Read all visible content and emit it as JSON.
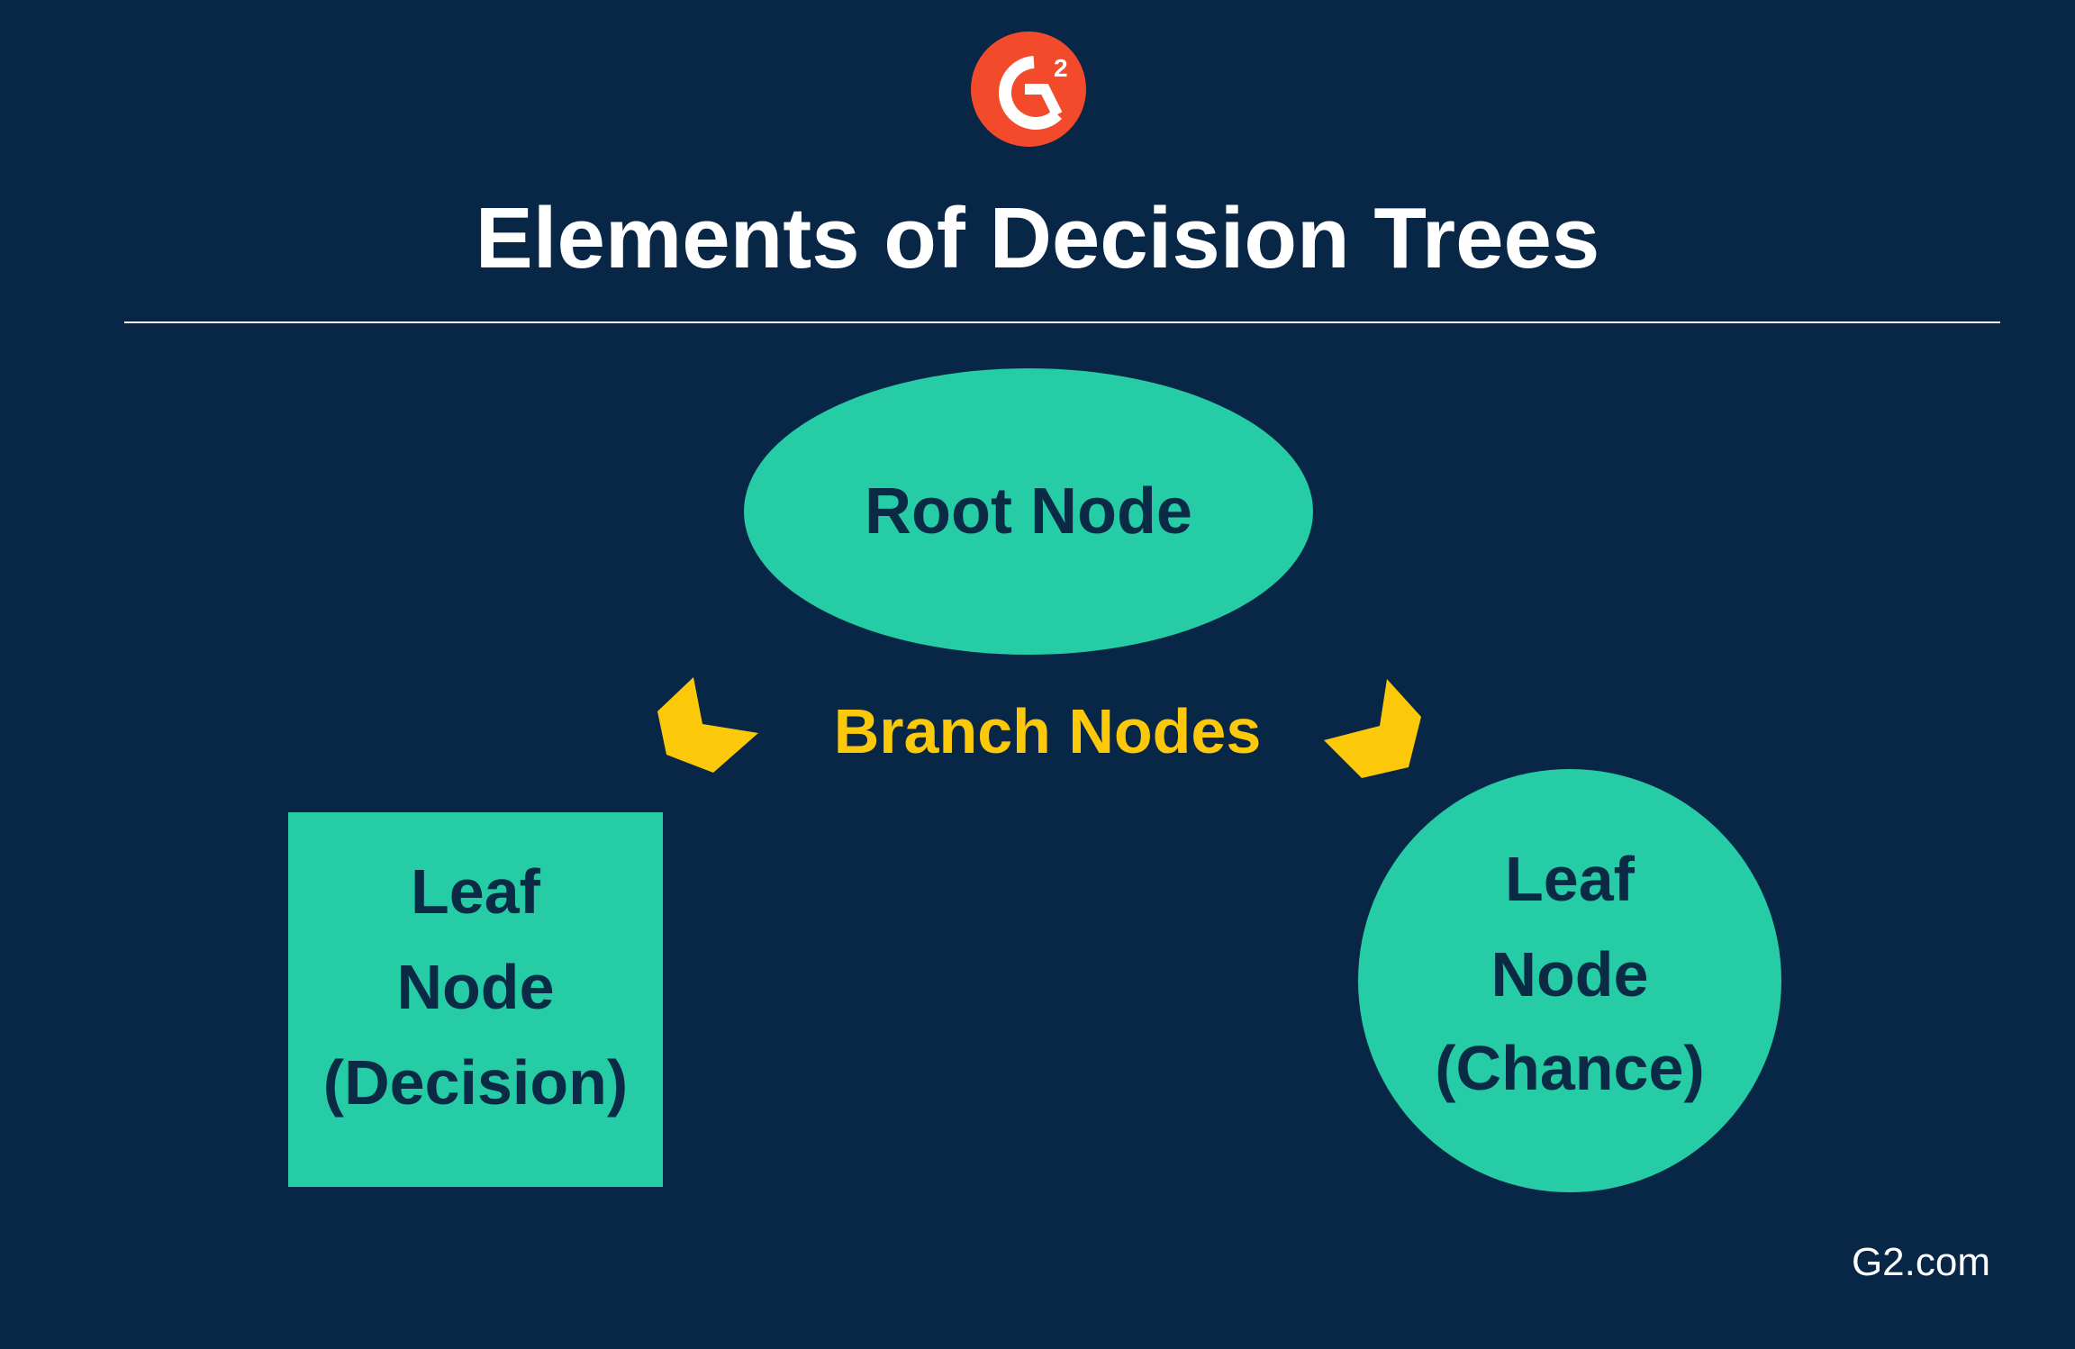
{
  "title": "Elements of Decision Trees",
  "logo": {
    "text": "G",
    "superscript": "2",
    "color": "#f24a2b"
  },
  "nodes": {
    "root": {
      "label": "Root Node"
    },
    "branch": {
      "label": "Branch Nodes"
    },
    "leaf_decision": {
      "line1": "Leaf",
      "line2": "Node",
      "line3": "(Decision)"
    },
    "leaf_chance": {
      "line1": "Leaf",
      "line2": "Node",
      "line3": "(Chance)"
    }
  },
  "footer": {
    "site": "G2.com"
  },
  "colors": {
    "background": "#082645",
    "node_fill": "#25cca5",
    "node_text": "#0b2a45",
    "branch_text": "#fcc90a",
    "arrow": "#fcc90a",
    "title": "#ffffff"
  }
}
